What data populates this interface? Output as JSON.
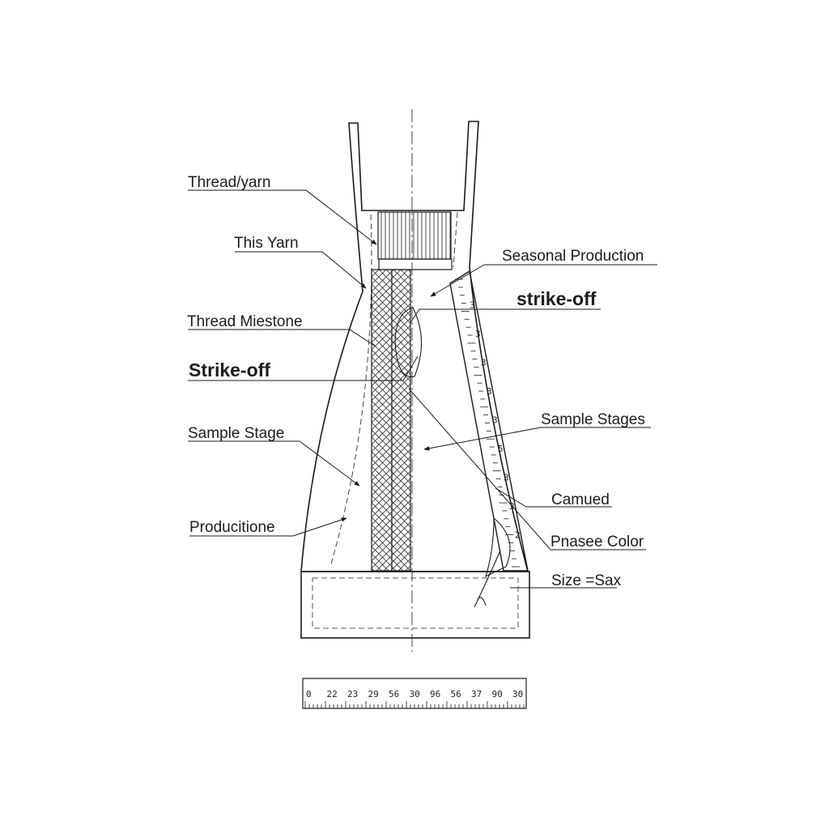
{
  "labels_left": [
    {
      "id": "thread-yarn",
      "text": "Thread/yarn",
      "bold": false
    },
    {
      "id": "this-yarn",
      "text": "This Yarn",
      "bold": false
    },
    {
      "id": "thread-milestone",
      "text": "Thread Miestone",
      "bold": false
    },
    {
      "id": "strike-off-left",
      "text": "Strike-off",
      "bold": true
    },
    {
      "id": "sample-stage",
      "text": "Sample Stage",
      "bold": false
    },
    {
      "id": "productione",
      "text": "Producitione",
      "bold": false
    }
  ],
  "labels_right": [
    {
      "id": "seasonal-production",
      "text": "Seasonal Production",
      "bold": false
    },
    {
      "id": "strike-off-right",
      "text": "strike-off",
      "bold": true
    },
    {
      "id": "sample-stages",
      "text": "Sample Stages",
      "bold": false
    },
    {
      "id": "camued",
      "text": "Camued",
      "bold": false
    },
    {
      "id": "pnasee-color",
      "text": "Pnasee Color",
      "bold": false
    },
    {
      "id": "size-sax",
      "text": "Size =Sax",
      "bold": false
    }
  ],
  "ruler": {
    "numbers": [
      "0",
      "22",
      "23",
      "29",
      "56",
      "30",
      "96",
      "56",
      "37",
      "90",
      "30"
    ]
  },
  "tape_marks": [
    "3",
    "3",
    "3",
    "3",
    "3",
    "5",
    "3",
    "3",
    "2"
  ],
  "colors": {
    "line": "#1a1a1a",
    "text": "#1c1c1c",
    "background": "#ffffff"
  }
}
